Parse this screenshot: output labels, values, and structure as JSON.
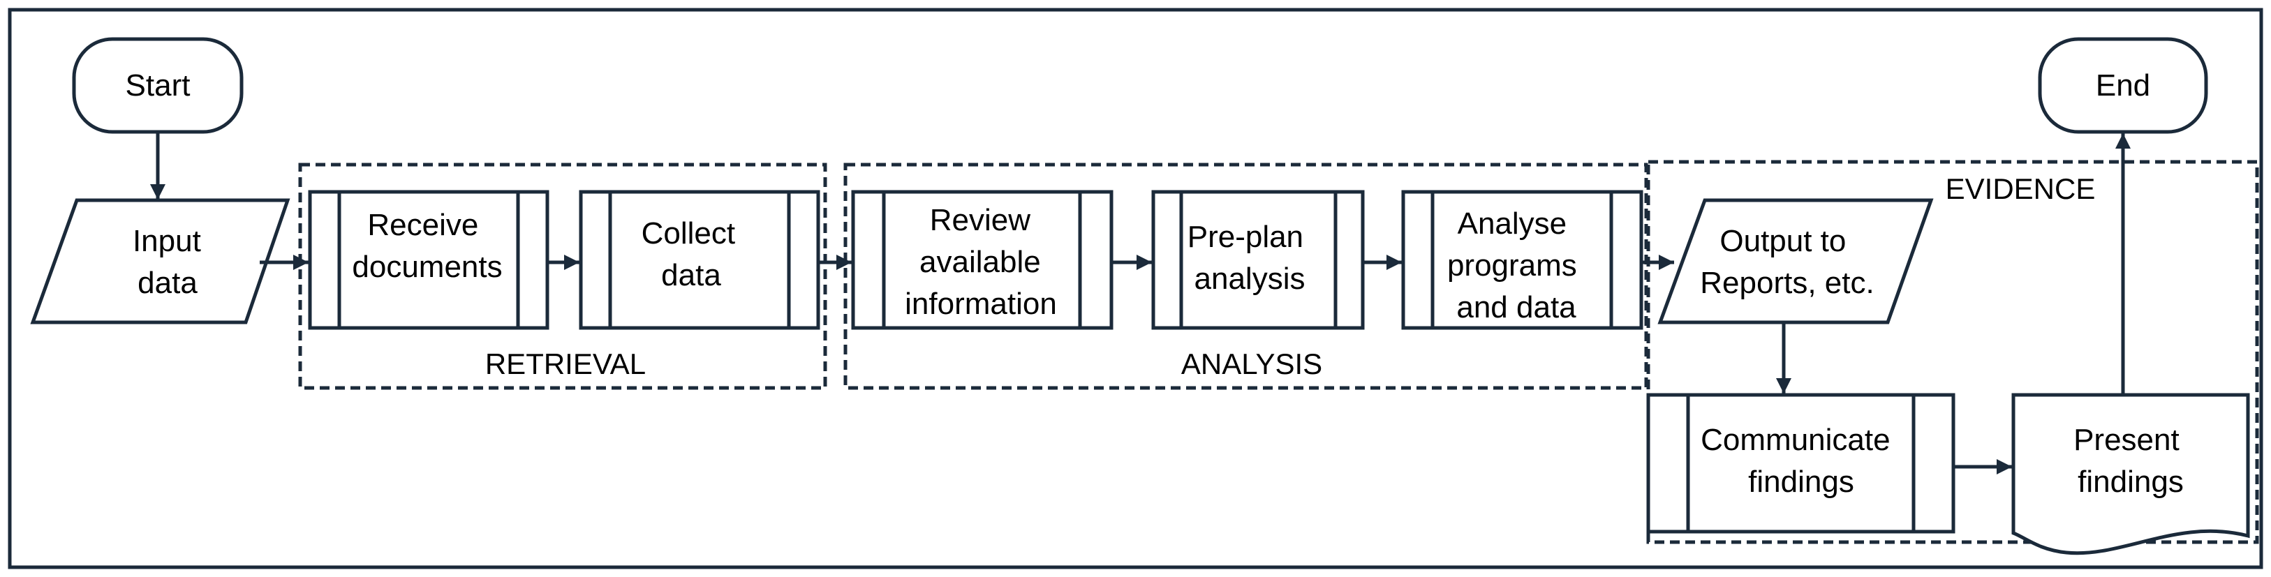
{
  "nodes": {
    "start": {
      "label": "Start"
    },
    "end": {
      "label": "End"
    },
    "input_data": {
      "lines": [
        "Input",
        "data"
      ]
    },
    "receive_documents": {
      "lines": [
        "Receive",
        "documents"
      ]
    },
    "collect_data": {
      "lines": [
        "Collect",
        "data"
      ]
    },
    "review_information": {
      "lines": [
        "Review",
        "available",
        "information"
      ]
    },
    "pre_plan_analysis": {
      "lines": [
        "Pre-plan",
        "analysis"
      ]
    },
    "analyse_programs": {
      "lines": [
        "Analyse",
        "programs",
        "and data"
      ]
    },
    "output_reports": {
      "lines": [
        "Output to",
        "Reports, etc."
      ]
    },
    "communicate_findings": {
      "lines": [
        "Communicate",
        "findings"
      ]
    },
    "present_findings": {
      "lines": [
        "Present",
        "findings"
      ]
    }
  },
  "groups": {
    "retrieval": {
      "label": "RETRIEVAL"
    },
    "analysis": {
      "label": "ANALYSIS"
    },
    "evidence": {
      "label": "EVIDENCE"
    }
  },
  "colors": {
    "stroke": "#1b2a3a",
    "background": "#ffffff"
  }
}
